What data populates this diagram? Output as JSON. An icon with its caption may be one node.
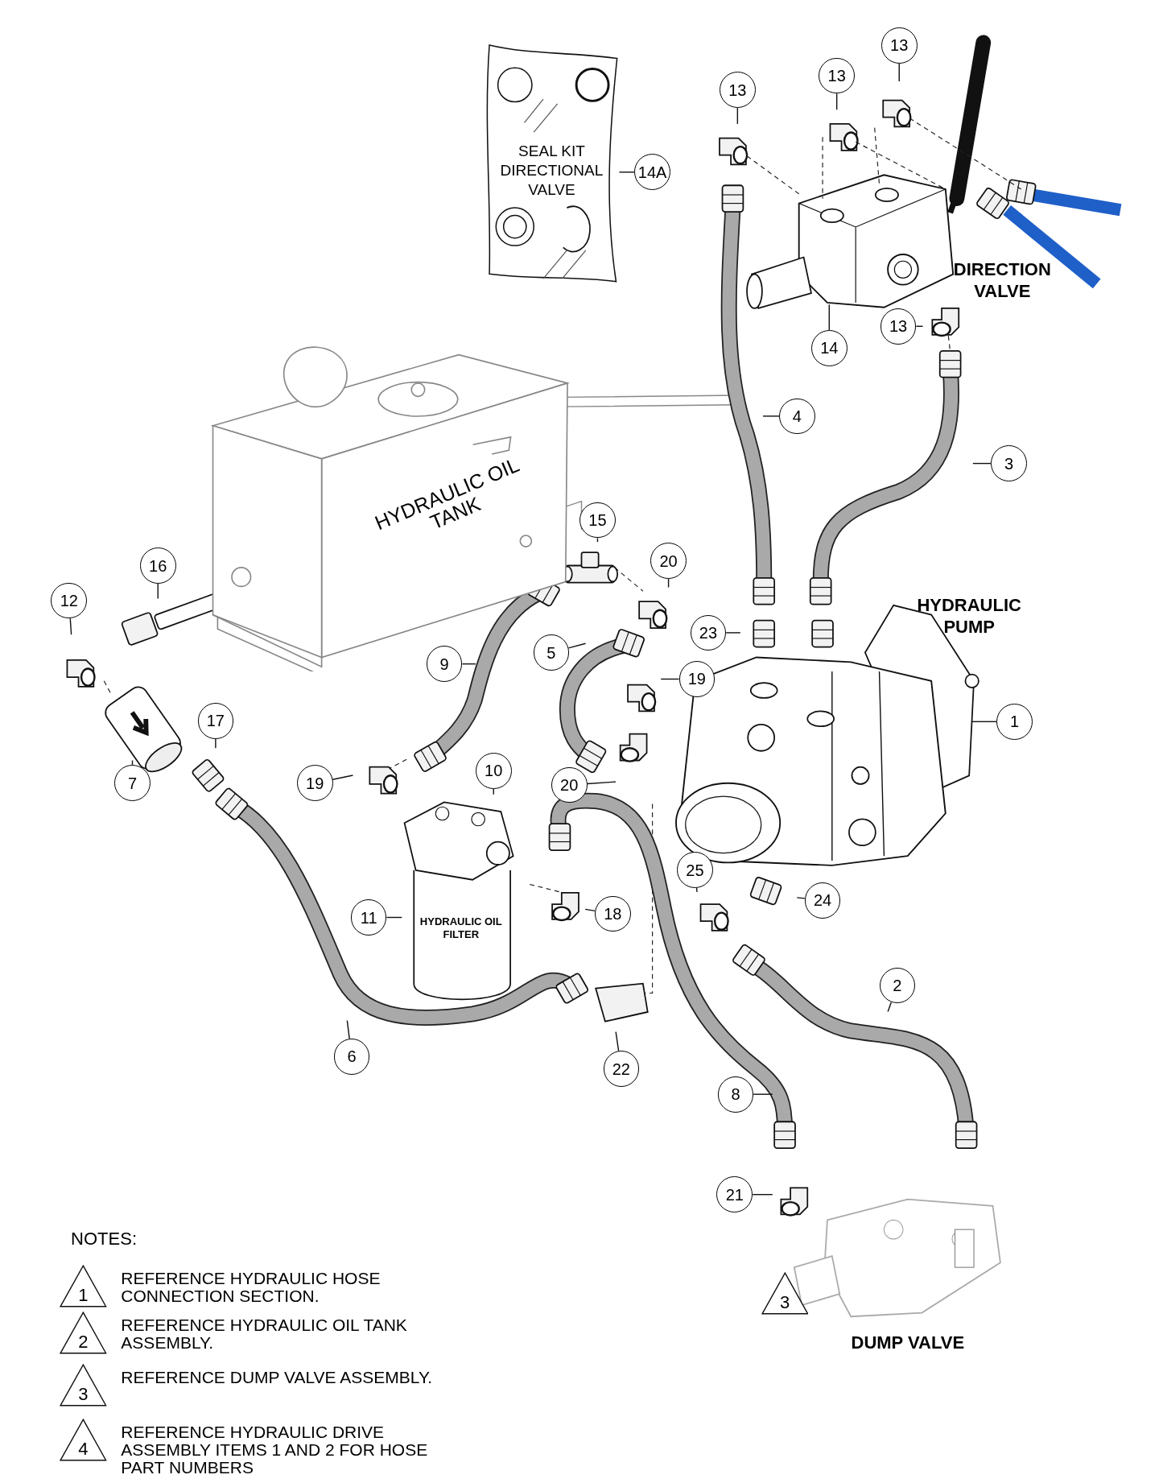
{
  "diagram": {
    "nodes": [
      {
        "text": [
          "13"
        ]
      },
      {
        "text": [
          "13"
        ]
      },
      {
        "text": [
          "13"
        ]
      },
      {
        "text": [
          "SEAL KIT DIRECTIONAL VALVE"
        ]
      },
      {
        "text": [
          "14A"
        ]
      },
      {
        "text": [
          "13"
        ]
      },
      {
        "text": [
          "14"
        ]
      },
      {
        "text": [
          "4"
        ]
      },
      {
        "text": [
          "HYDRAULIC OIL TANK"
        ]
      },
      {
        "text": [
          "3"
        ]
      },
      {
        "text": [
          "15"
        ]
      },
      {
        "text": [
          "16"
        ]
      },
      {
        "text": [
          "20"
        ]
      },
      {
        "text": [
          "12"
        ]
      },
      {
        "text": [
          "5"
        ]
      },
      {
        "text": [
          "23"
        ]
      },
      {
        "text": [
          "9"
        ]
      },
      {
        "text": [
          "19"
        ]
      },
      {
        "text": [
          "1"
        ]
      },
      {
        "text": [
          "17"
        ]
      },
      {
        "text": [
          "7"
        ]
      },
      {
        "text": [
          "20"
        ]
      },
      {
        "text": [
          "19"
        ]
      },
      {
        "text": [
          "10"
        ]
      },
      {
        "text": [
          "HYDRAULIC OIL FILTER"
        ]
      },
      {
        "text": [
          "25"
        ]
      },
      {
        "text": [
          "24"
        ]
      },
      {
        "text": [
          "11"
        ]
      },
      {
        "text": [
          "18"
        ]
      },
      {
        "text": [
          "2"
        ]
      },
      {
        "text": [
          "6"
        ]
      },
      {
        "text": [
          "22"
        ]
      },
      {
        "text": [
          "8"
        ]
      },
      {
        "text": [
          "21"
        ]
      },
      {
        "text": [
          "3"
        ]
      },
      {
        "text": [
          "1"
        ],
        "beside": [
          "REFERENCE HYDRAULIC HOSE CONNECTION SECTION."
        ]
      },
      {
        "text": [
          "2"
        ],
        "beside": [
          "REFERENCE HYDRAULIC OIL TANK ASSEMBLY."
        ]
      },
      {
        "text": [
          "3"
        ],
        "beside": [
          "REFERENCE DUMP VALVE ASSEMBLY."
        ]
      },
      {
        "text": [
          "4"
        ],
        "beside": [
          "REFERENCE HYDRAULIC DRIVE ASSEMBLY ITEMS 1 AND 2 FOR HOSE PART NUMBERS"
        ]
      },
      {
        "text": [],
        "shape": "picture"
      },
      {
        "text": [],
        "shape": "picture"
      }
    ],
    "edges": [
      {
        "from": 0,
        "to": null,
        "arrow": "none"
      },
      {
        "from": 1,
        "to": null,
        "arrow": "none"
      },
      {
        "from": 2,
        "to": null,
        "arrow": "none"
      },
      {
        "from": 4,
        "to": 3,
        "arrow": "none"
      },
      {
        "from": 5,
        "to": null,
        "arrow": "none"
      },
      {
        "from": 6,
        "to": 39,
        "arrow": "none"
      },
      {
        "from": 7,
        "to": null,
        "arrow": "none"
      },
      {
        "from": 9,
        "to": null,
        "arrow": "none"
      },
      {
        "from": 10,
        "to": null,
        "arrow": "none"
      },
      {
        "from": 11,
        "to": null,
        "arrow": "none"
      },
      {
        "from": 12,
        "to": null,
        "arrow": "none"
      },
      {
        "from": 13,
        "to": null,
        "arrow": "none"
      },
      {
        "from": 14,
        "to": null,
        "arrow": "none"
      },
      {
        "from": 15,
        "to": null,
        "arrow": "none"
      },
      {
        "from": 16,
        "to": null,
        "arrow": "none"
      },
      {
        "from": 17,
        "to": null,
        "arrow": "none"
      },
      {
        "from": 18,
        "to": 40,
        "arrow": "none"
      },
      {
        "from": 19,
        "to": null,
        "arrow": "none"
      },
      {
        "from": 20,
        "to": null,
        "arrow": "none"
      },
      {
        "from": 21,
        "to": null,
        "arrow": "none"
      },
      {
        "from": 22,
        "to": null,
        "arrow": "none"
      },
      {
        "from": 23,
        "to": 24,
        "arrow": "none"
      },
      {
        "from": 25,
        "to": null,
        "arrow": "none"
      },
      {
        "from": 26,
        "to": null,
        "arrow": "none"
      },
      {
        "from": 27,
        "to": 24,
        "arrow": "none"
      },
      {
        "from": 28,
        "to": null,
        "arrow": "none"
      },
      {
        "from": 29,
        "to": null,
        "arrow": "none"
      },
      {
        "from": 30,
        "to": null,
        "arrow": "none"
      },
      {
        "from": 31,
        "to": null,
        "arrow": "none"
      },
      {
        "from": 32,
        "to": null,
        "arrow": "none"
      },
      {
        "from": 33,
        "to": null,
        "arrow": "none"
      }
    ],
    "labels": [
      "DIRECTION VALVE",
      "HYDRAULIC PUMP",
      "NOTES:",
      "DUMP VALVE"
    ]
  }
}
